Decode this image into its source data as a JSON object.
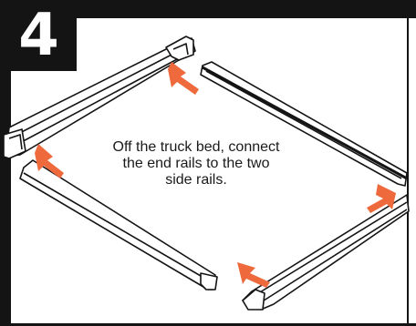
{
  "step": {
    "number": "4"
  },
  "instruction": {
    "lines": [
      "Off the truck bed, connect",
      "the end rails to the two",
      "side rails."
    ]
  },
  "colors": {
    "arrow": "#ee6a3c",
    "ink": "#141414",
    "rail_fill": "#ffffff"
  },
  "icons": [
    "arrow-icon"
  ]
}
